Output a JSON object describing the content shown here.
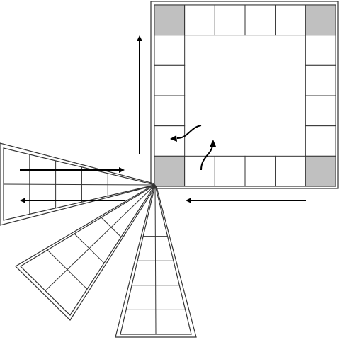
{
  "diagram": {
    "colors": {
      "stroke": "#333333",
      "background": "#ffffff",
      "corner_cell": "#c0c0c0",
      "arrow": "#000000"
    },
    "board": {
      "cells_per_side": 6,
      "corner_cells_shaded": true
    },
    "fans": [
      {
        "name": "left-fan",
        "rows": 2,
        "columns": 5
      },
      {
        "name": "diagonal-fan",
        "rows": 2,
        "columns": 4
      },
      {
        "name": "down-fan",
        "rows": 2,
        "columns": 5
      }
    ],
    "arrows": [
      {
        "name": "arrow-up",
        "direction": "up"
      },
      {
        "name": "arrow-right-upper",
        "direction": "right"
      },
      {
        "name": "arrow-left-lower",
        "direction": "left"
      },
      {
        "name": "arrow-left-bottom",
        "direction": "left"
      },
      {
        "name": "arrow-curve-left",
        "direction": "curve-left"
      },
      {
        "name": "arrow-curve-up",
        "direction": "curve-up"
      }
    ]
  }
}
